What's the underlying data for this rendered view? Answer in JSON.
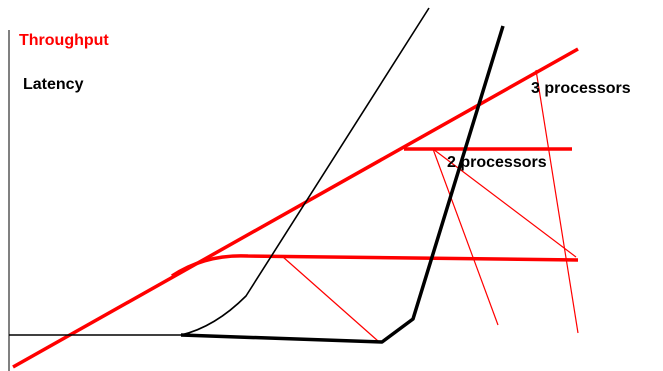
{
  "labels": {
    "throughput": "Throughput",
    "latency": "Latency",
    "three_processors": "3 processors",
    "two_processors": "2 processors"
  },
  "colors": {
    "throughput": "#ff0000",
    "latency": "#000000",
    "background": "#ffffff"
  }
}
